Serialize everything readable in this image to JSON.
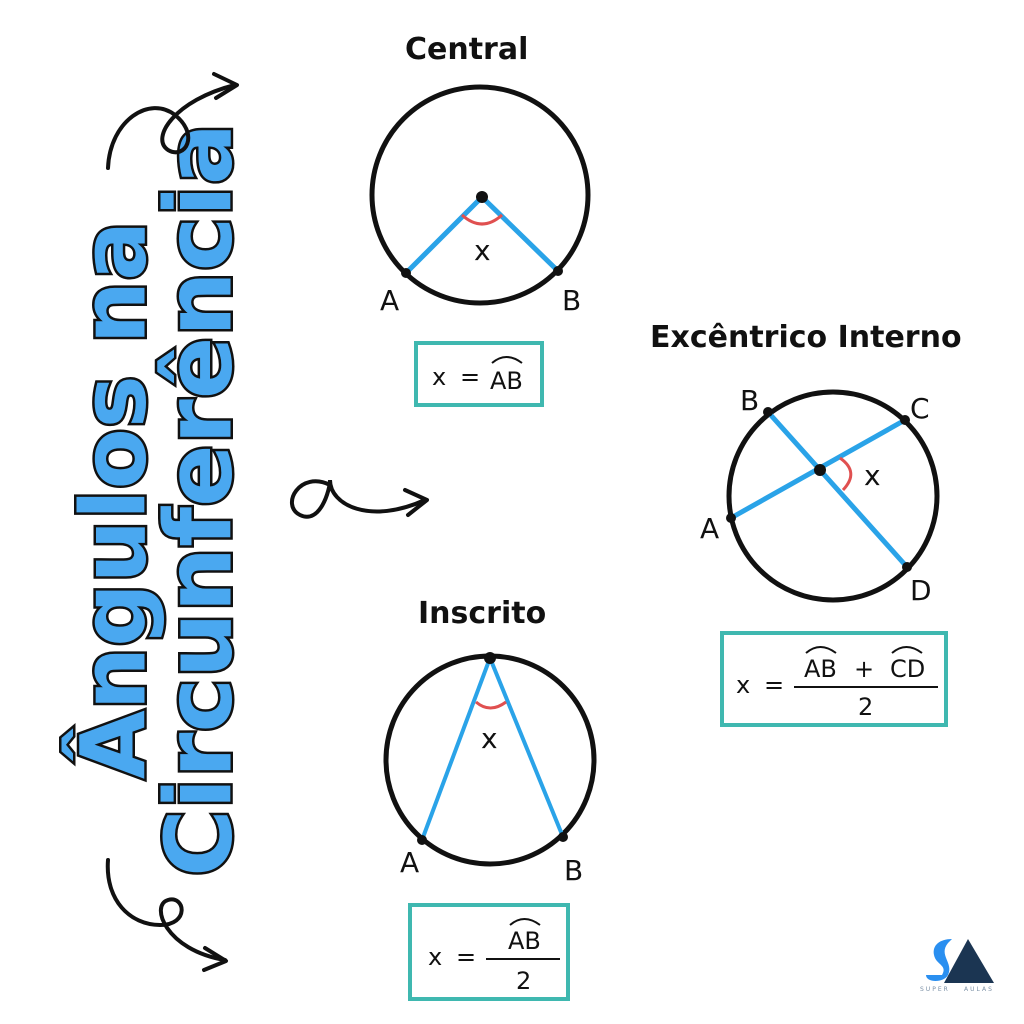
{
  "title": {
    "line1": "Ângulos na",
    "line2": "Circunferência",
    "color": "#4aa8f0",
    "outline": "#111111"
  },
  "sections": {
    "central": {
      "heading": "Central",
      "label_a": "A",
      "label_b": "B",
      "angle_label": "x",
      "formula": {
        "lhs": "x",
        "eq": "=",
        "rhs": "AB"
      }
    },
    "inscribed": {
      "heading": "Inscrito",
      "label_a": "A",
      "label_b": "B",
      "angle_label": "x",
      "formula": {
        "lhs": "x",
        "eq": "=",
        "numerator": "AB",
        "denominator": "2"
      }
    },
    "eccentric": {
      "heading": "Excêntrico Interno",
      "label_a": "A",
      "label_b": "B",
      "label_c": "C",
      "label_d": "D",
      "angle_label": "x",
      "formula": {
        "lhs": "x",
        "eq": "=",
        "arc1": "AB",
        "plus": "+",
        "arc2": "CD",
        "denominator": "2"
      }
    }
  },
  "logo": {
    "text_left": "SUPER",
    "text_right": "AULAS"
  },
  "colors": {
    "chord": "#2aa3e8",
    "angle_arc": "#e05050",
    "box_border": "#3fb8b0",
    "circle": "#111111"
  }
}
